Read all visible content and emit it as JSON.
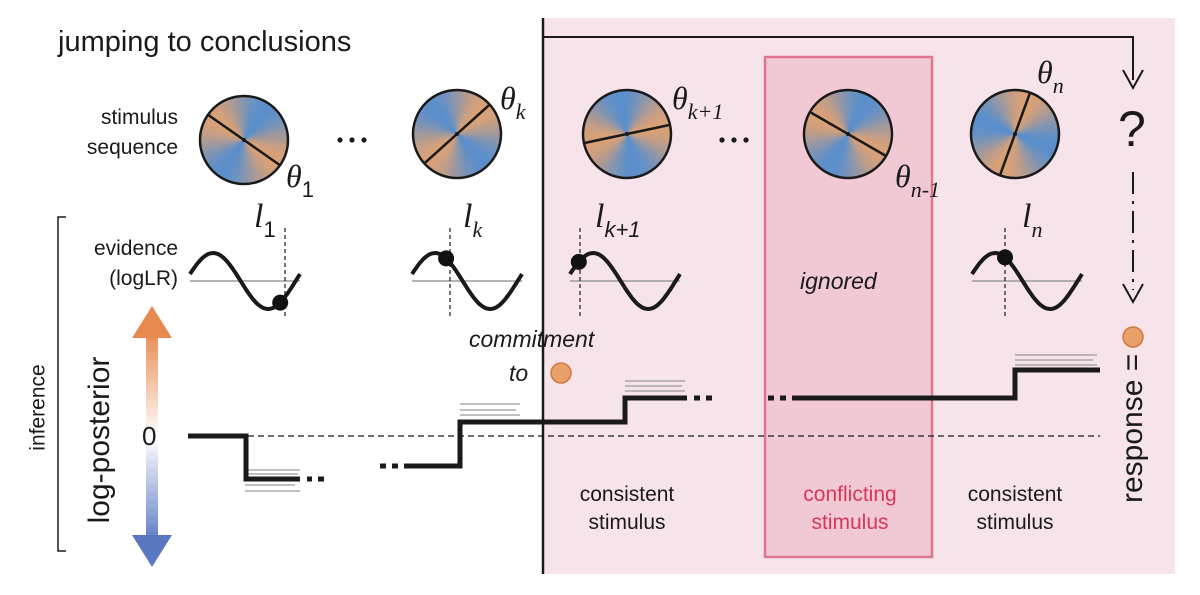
{
  "title": "jumping to conclusions",
  "row_labels": {
    "stimulus_line1": "stimulus",
    "stimulus_line2": "sequence",
    "evidence_line1": "evidence",
    "evidence_line2": "(logLR)",
    "inference": "inference",
    "log_posterior": "log-posterior",
    "zero": "0"
  },
  "stimuli": [
    {
      "theta_base": "θ",
      "theta_sub": "1",
      "l_base": "l",
      "l_sub": "1"
    },
    {
      "theta_base": "θ",
      "theta_sub": "k",
      "l_base": "l",
      "l_sub": "k"
    },
    {
      "theta_base": "θ",
      "theta_sub": "k+1",
      "l_base": "l",
      "l_sub": "k+1"
    },
    {
      "theta_base": "θ",
      "theta_sub": "n-1",
      "l_base": "",
      "l_sub": ""
    },
    {
      "theta_base": "θ",
      "theta_sub": "n",
      "l_base": "l",
      "l_sub": "n"
    }
  ],
  "ellipsis": "...",
  "ignored": "ignored",
  "commitment_line1": "commitment",
  "commitment_line2": "to",
  "question_mark": "?",
  "response": "response =",
  "phase_labels": {
    "consistent1_line1": "consistent",
    "consistent1_line2": "stimulus",
    "conflicting_line1": "conflicting",
    "conflicting_line2": "stimulus",
    "consistent2_line1": "consistent",
    "consistent2_line2": "stimulus"
  },
  "colors": {
    "commit_region": "#f7e4ea",
    "conflict_fill": "#f1c9d4",
    "conflict_border": "#e0758f",
    "conflict_text": "#d6375a",
    "orange": "#e8a16b",
    "blue": "#5b8fcc",
    "stroke": "#1a1a1a"
  }
}
